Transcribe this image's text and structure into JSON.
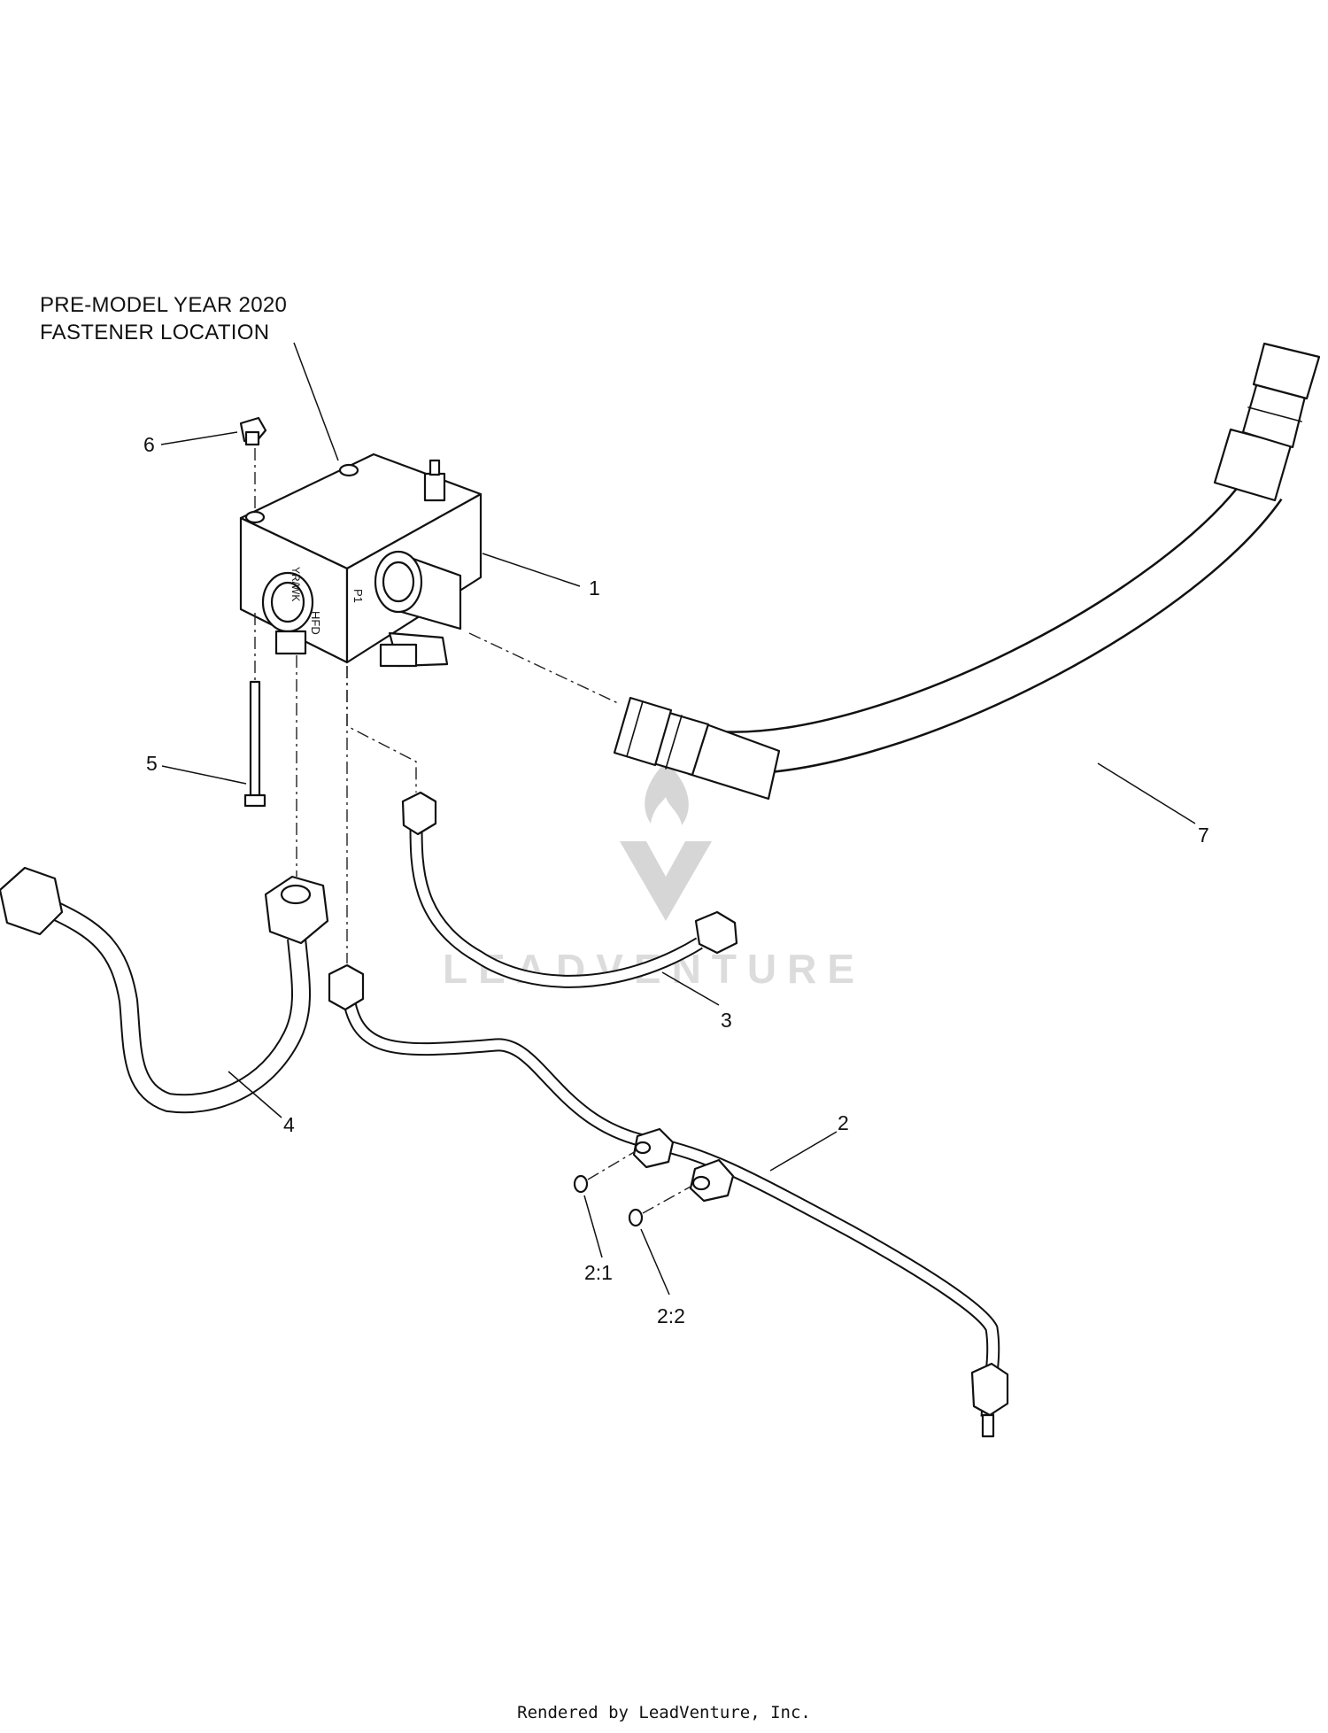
{
  "note": {
    "line1": "PRE-MODEL YEAR 2020",
    "line2": "FASTENER LOCATION"
  },
  "callouts": [
    {
      "id": "label-1",
      "text": "1"
    },
    {
      "id": "label-2",
      "text": "2"
    },
    {
      "id": "label-2-1",
      "text": "2:1"
    },
    {
      "id": "label-2-2",
      "text": "2:2"
    },
    {
      "id": "label-3",
      "text": "3"
    },
    {
      "id": "label-4",
      "text": "4"
    },
    {
      "id": "label-5",
      "text": "5"
    },
    {
      "id": "label-6",
      "text": "6"
    },
    {
      "id": "label-7",
      "text": "7"
    }
  ],
  "block_markings": {
    "hfd": "HFD",
    "yrwk": "YR/WK",
    "p1": "P1"
  },
  "watermark": "LEADVENTURE",
  "footer": "Rendered by LeadVenture, Inc."
}
